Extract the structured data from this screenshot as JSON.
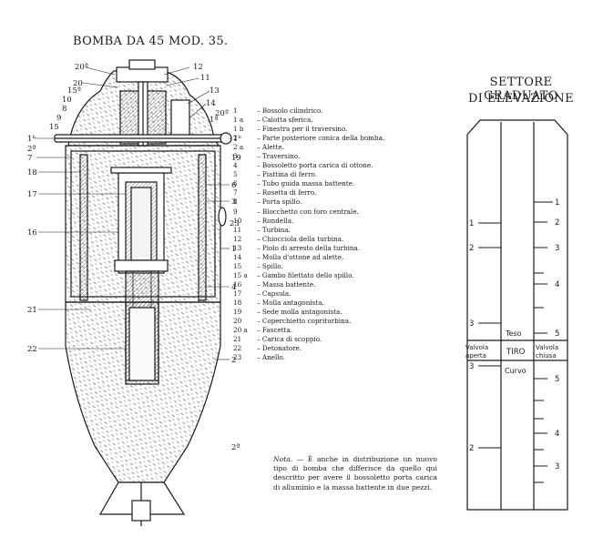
{
  "page": {
    "title": "BOMBA DA 45 MOD. 35."
  },
  "bomb": {
    "callouts": {
      "c20a_top": "20ª",
      "c12_top": "12",
      "c20": "20",
      "c11": "11",
      "c15a": "15ª",
      "c10": "10",
      "c13": "13",
      "c8": "8",
      "c14": "14",
      "c9": "9",
      "c20a_right": "20ª",
      "c15": "15",
      "c1a_right": "1ª",
      "c1b_left": "1ᵇ",
      "c1b_right": "1ᵇ",
      "c2a_left": "2ª",
      "c7": "7",
      "c19": "19",
      "c18": "18",
      "c6": "6",
      "c17": "17",
      "c3": "3",
      "c23": "23",
      "c16": "16",
      "c1": "1",
      "c4": "4",
      "c21": "21",
      "c22": "22",
      "c2": "2",
      "c2a_bottom": "2ª"
    }
  },
  "legend": [
    {
      "num": "1",
      "text": "– Bossolo cilindrico."
    },
    {
      "num": "1 a",
      "text": "– Calotta sferica."
    },
    {
      "num": "1 b",
      "text": "– Finestra per il traversino."
    },
    {
      "num": "2",
      "text": "– Parte posteriore conica della bomba."
    },
    {
      "num": "2 a",
      "text": "– Alette."
    },
    {
      "num": "3",
      "text": "– Traversino."
    },
    {
      "num": "4",
      "text": "– Bossoletto porta carica di ottone."
    },
    {
      "num": "5",
      "text": "– Piattina di ferro."
    },
    {
      "num": "6",
      "text": "– Tubo guida massa battente."
    },
    {
      "num": "7",
      "text": "– Rosetta di ferro."
    },
    {
      "num": "8",
      "text": "– Porta spillo."
    },
    {
      "num": "9",
      "text": "– Blocchetto con foro centrale."
    },
    {
      "num": "10",
      "text": "– Rondella."
    },
    {
      "num": "11",
      "text": "– Turbina."
    },
    {
      "num": "12",
      "text": "– Chiocciola della turbina."
    },
    {
      "num": "13",
      "text": "– Piolo di arresto della turbina."
    },
    {
      "num": "14",
      "text": "– Molla d'ottone ad alette."
    },
    {
      "num": "15",
      "text": "– Spillo."
    },
    {
      "num": "15 a",
      "text": "– Gambo filettato dello spillo."
    },
    {
      "num": "16",
      "text": "– Massa battente."
    },
    {
      "num": "17",
      "text": "– Capsula."
    },
    {
      "num": "18",
      "text": "– Molla antagonista."
    },
    {
      "num": "19",
      "text": "– Sede molla antagonista."
    },
    {
      "num": "20",
      "text": "– Coperchietto copriturbina."
    },
    {
      "num": "20 a",
      "text": "– Fascetta."
    },
    {
      "num": "21",
      "text": "– Carica di scoppio."
    },
    {
      "num": "22",
      "text": "– Detonatore."
    },
    {
      "num": "23",
      "text": "– Anello."
    }
  ],
  "note": {
    "label": "Nota.",
    "text": "— È anche in distribuzione un nuovo tipo di bomba che differisce da quello qui descritto per avere il bossoletto porta carica di alluminio e la massa battente in due pezzi."
  },
  "sector": {
    "title_line1": "SETTORE GRADUATO",
    "title_line2": "DI ELEVAZIONE",
    "label_teso": "Teso",
    "label_tiro": "TIRO",
    "label_curvo": "Curvo",
    "valve_open_1": "Valvola",
    "valve_open_2": "aperta",
    "valve_closed_1": "Valvola",
    "valve_closed_2": "chiusa",
    "left_upper_ticks": [
      "1",
      "2",
      "3"
    ],
    "right_upper_ticks": [
      "1",
      "2",
      "3",
      "4",
      "5"
    ],
    "left_lower_ticks": [
      "3",
      "2"
    ],
    "right_lower_ticks": [
      "5",
      "4",
      "3"
    ]
  }
}
